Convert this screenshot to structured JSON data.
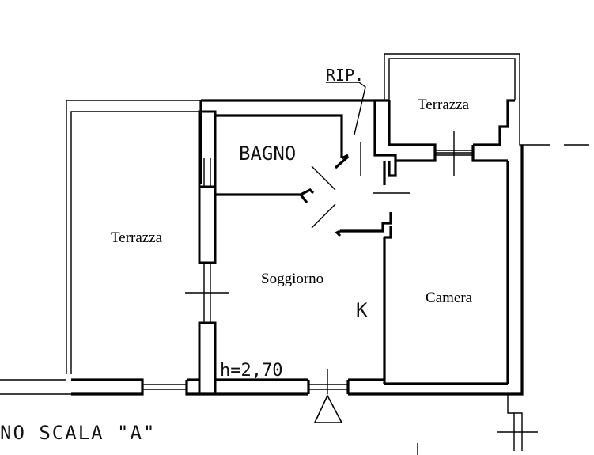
{
  "rooms": {
    "terrazza_left": "Terrazza",
    "terrazza_top": "Terrazza",
    "soggiorno": "Soggiorno",
    "camera": "Camera"
  },
  "annotations": {
    "bagno": "BAGNO",
    "rip": "RIP.",
    "kitchen": "K",
    "height": "h=2,70",
    "stair": "NO SCALA \"A\""
  }
}
